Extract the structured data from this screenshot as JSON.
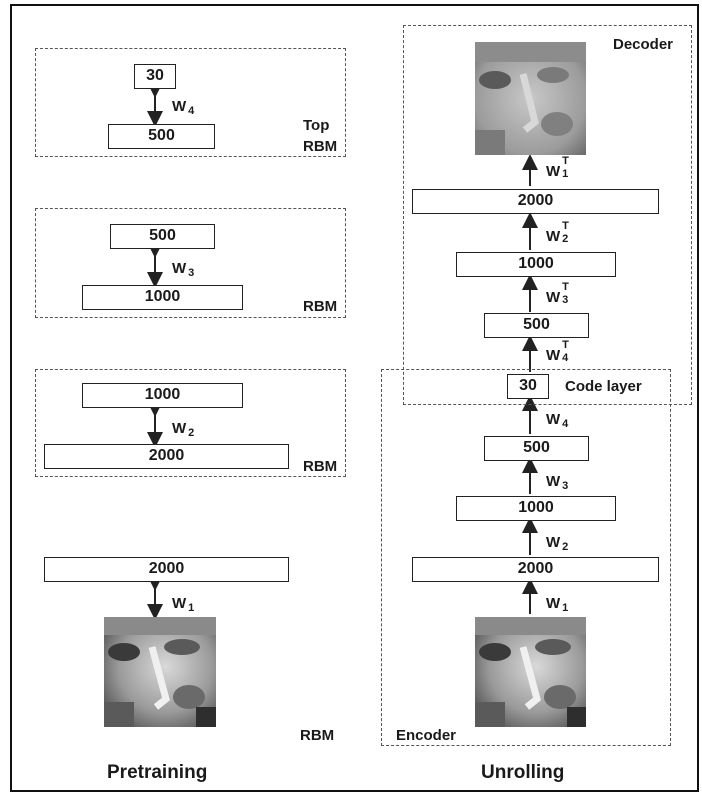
{
  "pretraining": {
    "rbm_top": {
      "top_layer": "30",
      "bottom_layer": "500",
      "weight": "W",
      "weight_idx": "4",
      "label_line1": "Top",
      "label_line2": "RBM"
    },
    "rbm_3": {
      "top_layer": "500",
      "bottom_layer": "1000",
      "weight": "W",
      "weight_idx": "3",
      "label": "RBM"
    },
    "rbm_2": {
      "top_layer": "1000",
      "bottom_layer": "2000",
      "weight": "W",
      "weight_idx": "2",
      "label": "RBM"
    },
    "rbm_1": {
      "top_layer": "2000",
      "weight": "W",
      "weight_idx": "1",
      "label": "RBM"
    },
    "caption": "Pretraining"
  },
  "unrolling": {
    "decoder_label": "Decoder",
    "encoder_label": "Encoder",
    "code_layer_label": "Code layer",
    "decoder": [
      {
        "size": "2000",
        "weight": "W",
        "idx": "1",
        "sup": "T"
      },
      {
        "size": "1000",
        "weight": "W",
        "idx": "2",
        "sup": "T"
      },
      {
        "size": "500",
        "weight": "W",
        "idx": "3",
        "sup": "T"
      },
      {
        "weight": "W",
        "idx": "4",
        "sup": "T"
      }
    ],
    "code": "30",
    "encoder": [
      {
        "size": "500",
        "weight": "W",
        "idx": "4"
      },
      {
        "size": "1000",
        "weight": "W",
        "idx": "3"
      },
      {
        "size": "2000",
        "weight": "W",
        "idx": "2"
      },
      {
        "weight": "W",
        "idx": "1"
      }
    ],
    "caption": "Unrolling"
  },
  "colors": {
    "face_dark": "#3a3a3a",
    "face_light": "#d8d8d8"
  }
}
